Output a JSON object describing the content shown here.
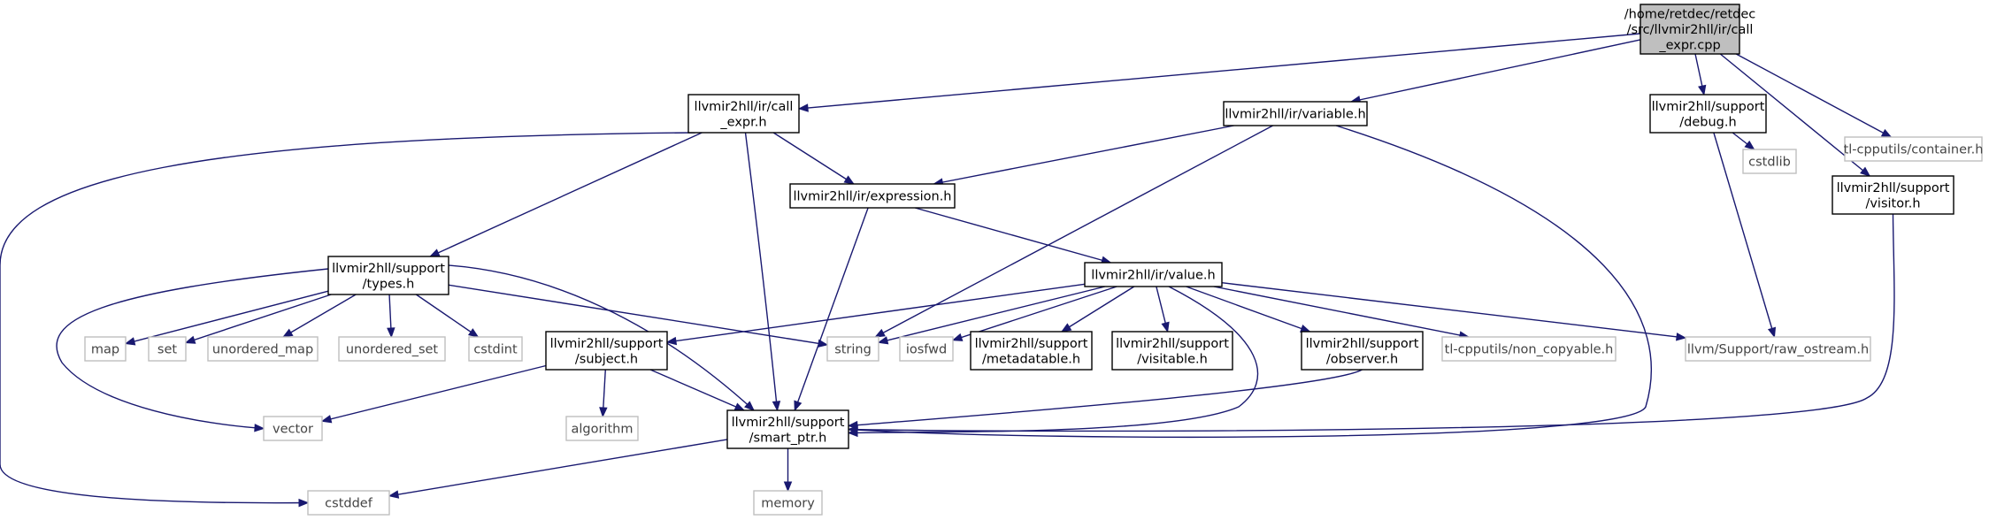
{
  "diagram": {
    "colors": {
      "edge": "#191970",
      "main_fill": "#bfbfbf",
      "node_border": "#000000",
      "external_border": "#bfbfbf"
    },
    "nodes": [
      {
        "id": "main",
        "kind": "main",
        "lines": [
          "/home/retdec/retdec",
          "/src/llvmir2hll/ir/call",
          "_expr.cpp"
        ]
      },
      {
        "id": "call_expr_h",
        "kind": "proj",
        "lines": [
          "llvmir2hll/ir/call",
          "_expr.h"
        ]
      },
      {
        "id": "variable_h",
        "kind": "proj",
        "lines": [
          "llvmir2hll/ir/variable.h"
        ]
      },
      {
        "id": "debug_h",
        "kind": "proj",
        "lines": [
          "llvmir2hll/support",
          "/debug.h"
        ]
      },
      {
        "id": "visitor_h",
        "kind": "proj",
        "lines": [
          "llvmir2hll/support",
          "/visitor.h"
        ]
      },
      {
        "id": "container_h",
        "kind": "ext",
        "lines": [
          "tl-cpputils/container.h"
        ]
      },
      {
        "id": "expression_h",
        "kind": "proj",
        "lines": [
          "llvmir2hll/ir/expression.h"
        ]
      },
      {
        "id": "cstdlib",
        "kind": "ext",
        "lines": [
          "cstdlib"
        ]
      },
      {
        "id": "types_h",
        "kind": "proj",
        "lines": [
          "llvmir2hll/support",
          "/types.h"
        ]
      },
      {
        "id": "value_h",
        "kind": "proj",
        "lines": [
          "llvmir2hll/ir/value.h"
        ]
      },
      {
        "id": "map",
        "kind": "ext",
        "lines": [
          "map"
        ]
      },
      {
        "id": "set",
        "kind": "ext",
        "lines": [
          "set"
        ]
      },
      {
        "id": "unordered_map",
        "kind": "ext",
        "lines": [
          "unordered_map"
        ]
      },
      {
        "id": "unordered_set",
        "kind": "ext",
        "lines": [
          "unordered_set"
        ]
      },
      {
        "id": "cstdint",
        "kind": "ext",
        "lines": [
          "cstdint"
        ]
      },
      {
        "id": "subject_h",
        "kind": "proj",
        "lines": [
          "llvmir2hll/support",
          "/subject.h"
        ]
      },
      {
        "id": "string",
        "kind": "ext",
        "lines": [
          "string"
        ]
      },
      {
        "id": "iosfwd",
        "kind": "ext",
        "lines": [
          "iosfwd"
        ]
      },
      {
        "id": "metadatable_h",
        "kind": "proj",
        "lines": [
          "llvmir2hll/support",
          "/metadatable.h"
        ]
      },
      {
        "id": "visitable_h",
        "kind": "proj",
        "lines": [
          "llvmir2hll/support",
          "/visitable.h"
        ]
      },
      {
        "id": "observer_h",
        "kind": "proj",
        "lines": [
          "llvmir2hll/support",
          "/observer.h"
        ]
      },
      {
        "id": "non_copyable_h",
        "kind": "ext",
        "lines": [
          "tl-cpputils/non_copyable.h"
        ]
      },
      {
        "id": "raw_ostream_h",
        "kind": "ext",
        "lines": [
          "llvm/Support/raw_ostream.h"
        ]
      },
      {
        "id": "vector",
        "kind": "ext",
        "lines": [
          "vector"
        ]
      },
      {
        "id": "algorithm",
        "kind": "ext",
        "lines": [
          "algorithm"
        ]
      },
      {
        "id": "smart_ptr_h",
        "kind": "proj",
        "lines": [
          "llvmir2hll/support",
          "/smart_ptr.h"
        ]
      },
      {
        "id": "cstddef",
        "kind": "ext",
        "lines": [
          "cstddef"
        ]
      },
      {
        "id": "memory",
        "kind": "ext",
        "lines": [
          "memory"
        ]
      }
    ],
    "edges": [
      [
        "main",
        "call_expr_h"
      ],
      [
        "main",
        "variable_h"
      ],
      [
        "main",
        "debug_h"
      ],
      [
        "main",
        "visitor_h"
      ],
      [
        "main",
        "container_h"
      ],
      [
        "call_expr_h",
        "cstddef"
      ],
      [
        "call_expr_h",
        "expression_h"
      ],
      [
        "call_expr_h",
        "types_h"
      ],
      [
        "call_expr_h",
        "smart_ptr_h"
      ],
      [
        "variable_h",
        "expression_h"
      ],
      [
        "variable_h",
        "string"
      ],
      [
        "variable_h",
        "smart_ptr_h"
      ],
      [
        "debug_h",
        "cstdlib"
      ],
      [
        "debug_h",
        "raw_ostream_h"
      ],
      [
        "visitor_h",
        "smart_ptr_h"
      ],
      [
        "expression_h",
        "value_h"
      ],
      [
        "expression_h",
        "smart_ptr_h"
      ],
      [
        "types_h",
        "map"
      ],
      [
        "types_h",
        "set"
      ],
      [
        "types_h",
        "unordered_map"
      ],
      [
        "types_h",
        "unordered_set"
      ],
      [
        "types_h",
        "cstdint"
      ],
      [
        "types_h",
        "vector"
      ],
      [
        "types_h",
        "string"
      ],
      [
        "types_h",
        "smart_ptr_h"
      ],
      [
        "value_h",
        "subject_h"
      ],
      [
        "value_h",
        "string"
      ],
      [
        "value_h",
        "iosfwd"
      ],
      [
        "value_h",
        "metadatable_h"
      ],
      [
        "value_h",
        "visitable_h"
      ],
      [
        "value_h",
        "observer_h"
      ],
      [
        "value_h",
        "non_copyable_h"
      ],
      [
        "value_h",
        "raw_ostream_h"
      ],
      [
        "value_h",
        "smart_ptr_h"
      ],
      [
        "subject_h",
        "vector"
      ],
      [
        "subject_h",
        "algorithm"
      ],
      [
        "subject_h",
        "smart_ptr_h"
      ],
      [
        "observer_h",
        "smart_ptr_h"
      ],
      [
        "smart_ptr_h",
        "cstddef"
      ],
      [
        "smart_ptr_h",
        "memory"
      ]
    ]
  }
}
